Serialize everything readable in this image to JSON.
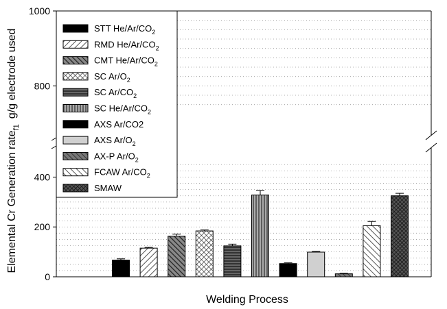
{
  "chart_data": {
    "type": "bar",
    "title": "",
    "xlabel": "Welding Process",
    "ylabel_main": "Elemental Cr Generation rate",
    "ylabel_sub": "f1",
    "ylabel_units": "g/g electrode used",
    "yaxis_breaks": {
      "lower": {
        "ylim": [
          0,
          470
        ],
        "ticks": [
          0,
          200,
          400
        ]
      },
      "upper": {
        "ylim": [
          700,
          1000
        ],
        "ticks": [
          800,
          1000
        ]
      }
    },
    "grid": "horizontal dotted",
    "legend_position": "top-left",
    "categories": [
      "STT He/Ar/CO2",
      "RMD He/Ar/CO2",
      "CMT He/Ar/CO2",
      "SC Ar/O2",
      "SC Ar/CO2",
      "SC He/Ar/CO2",
      "AXS Ar/CO2",
      "AXS Ar/O2",
      "AX-P Ar/O2",
      "FCAW Ar/CO2",
      "SMAW"
    ],
    "values": [
      67,
      115,
      163,
      184,
      124,
      328,
      53,
      99,
      12,
      205,
      325
    ],
    "errors": [
      5,
      3,
      8,
      4,
      7,
      18,
      3,
      3,
      2,
      17,
      10
    ],
    "legend": [
      {
        "main": "STT He/Ar/CO",
        "sub": "2",
        "pattern": "solid-black"
      },
      {
        "main": "RMD He/Ar/CO",
        "sub": "2",
        "pattern": "diag-light"
      },
      {
        "main": "CMT He/Ar/CO",
        "sub": "2",
        "pattern": "diag-dark"
      },
      {
        "main": "SC Ar/O",
        "sub": "2",
        "pattern": "crosshatch"
      },
      {
        "main": "SC Ar/CO",
        "sub": "2",
        "pattern": "horiz-dark"
      },
      {
        "main": "SC He/Ar/CO",
        "sub": "2",
        "pattern": "vert-gray"
      },
      {
        "main": "AXS Ar/CO2",
        "sub": "",
        "pattern": "solid-black"
      },
      {
        "main": "AXS Ar/O",
        "sub": "2",
        "pattern": "solid-light"
      },
      {
        "main": "AX-P Ar/O",
        "sub": "2",
        "pattern": "diag-medium"
      },
      {
        "main": "FCAW Ar/CO",
        "sub": "2",
        "pattern": "diag-light-rev"
      },
      {
        "main": "SMAW",
        "sub": "",
        "pattern": "crosshatch-dark"
      }
    ],
    "colors": {
      "axis": "#000000",
      "grid": "#999999",
      "bar_edge": "#000000"
    }
  }
}
